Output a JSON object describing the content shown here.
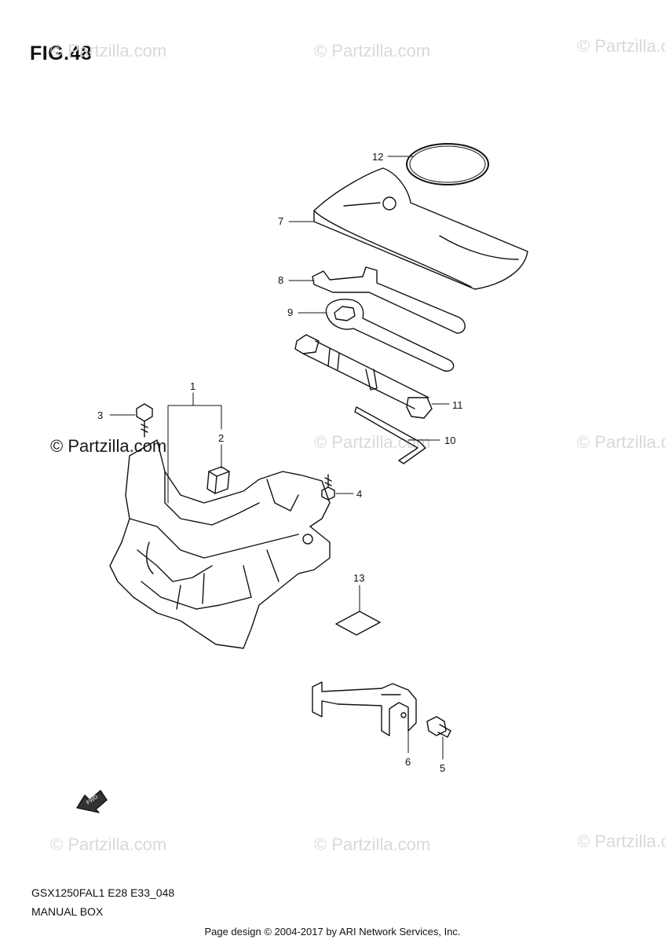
{
  "figure": {
    "title": "FIG.48"
  },
  "watermarks": [
    "© Partzilla.com",
    "© Partzilla.com",
    "© Partzilla.com",
    "© Partzilla.com",
    "© Partzilla.com",
    "© Partzilla.com",
    "© Partzilla.com",
    "© Partzilla.com",
    "© Partzilla.com"
  ],
  "watermark_strong": "© Partzilla.com",
  "callouts": {
    "p1": "1",
    "p2": "2",
    "p3": "3",
    "p4": "4",
    "p5": "5",
    "p6": "6",
    "p7": "7",
    "p8": "8",
    "p9": "9",
    "p10": "10",
    "p11": "11",
    "p12": "12",
    "p13": "13"
  },
  "fwd_label": "FWD",
  "model_code": "GSX1250FAL1 E28 E33_048",
  "section_name": "MANUAL BOX",
  "footer": "Page design © 2004-2017 by ARI Network Services, Inc.",
  "colors": {
    "line": "#111111",
    "watermark": "#d9d9d9"
  }
}
